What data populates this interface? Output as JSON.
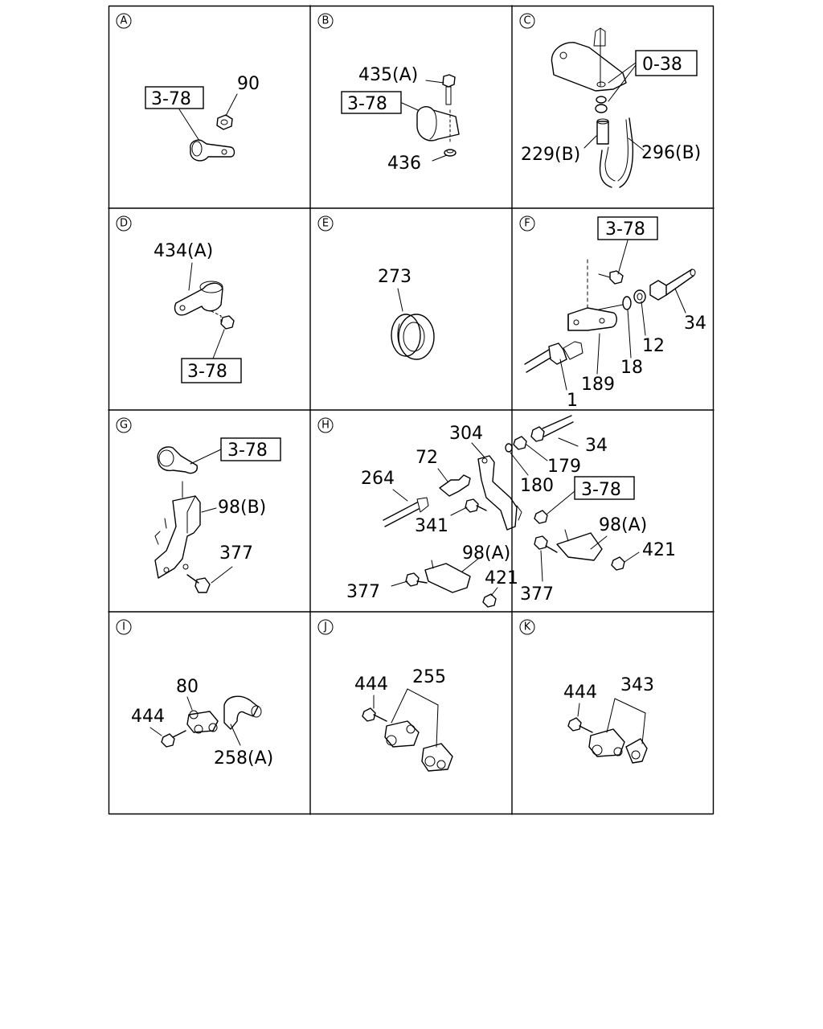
{
  "sections": [
    {
      "letter": "A",
      "labels": {
        "ref": "3-78",
        "p1": "90"
      }
    },
    {
      "letter": "B",
      "labels": {
        "p1": "435(A)",
        "ref": "3-78",
        "p2": "436"
      }
    },
    {
      "letter": "C",
      "labels": {
        "ref": "0-38",
        "p1": "229(B)",
        "p2": "296(B)"
      }
    },
    {
      "letter": "D",
      "labels": {
        "p1": "434(A)",
        "ref": "3-78"
      }
    },
    {
      "letter": "E",
      "labels": {
        "p1": "273"
      }
    },
    {
      "letter": "F",
      "labels": {
        "ref": "3-78",
        "p1": "34",
        "p2": "12",
        "p3": "18",
        "p4": "189",
        "p5": "1"
      }
    },
    {
      "letter": "G",
      "labels": {
        "ref": "3-78",
        "p1": "98(B)",
        "p2": "377"
      }
    },
    {
      "letter": "H",
      "labels": {
        "p304": "304",
        "p34": "34",
        "p72": "72",
        "p179": "179",
        "p264": "264",
        "p180": "180",
        "ref": "3-78",
        "p341": "341",
        "p98a1": "98(A)",
        "p98a2": "98(A)",
        "p421a": "421",
        "p421b": "421",
        "p377a": "377",
        "p377b": "377"
      }
    },
    {
      "letter": "I",
      "labels": {
        "p80": "80",
        "p444": "444",
        "p258": "258(A)"
      }
    },
    {
      "letter": "J",
      "labels": {
        "p444": "444",
        "p255": "255"
      }
    },
    {
      "letter": "K",
      "labels": {
        "p444": "444",
        "p343": "343"
      }
    }
  ]
}
